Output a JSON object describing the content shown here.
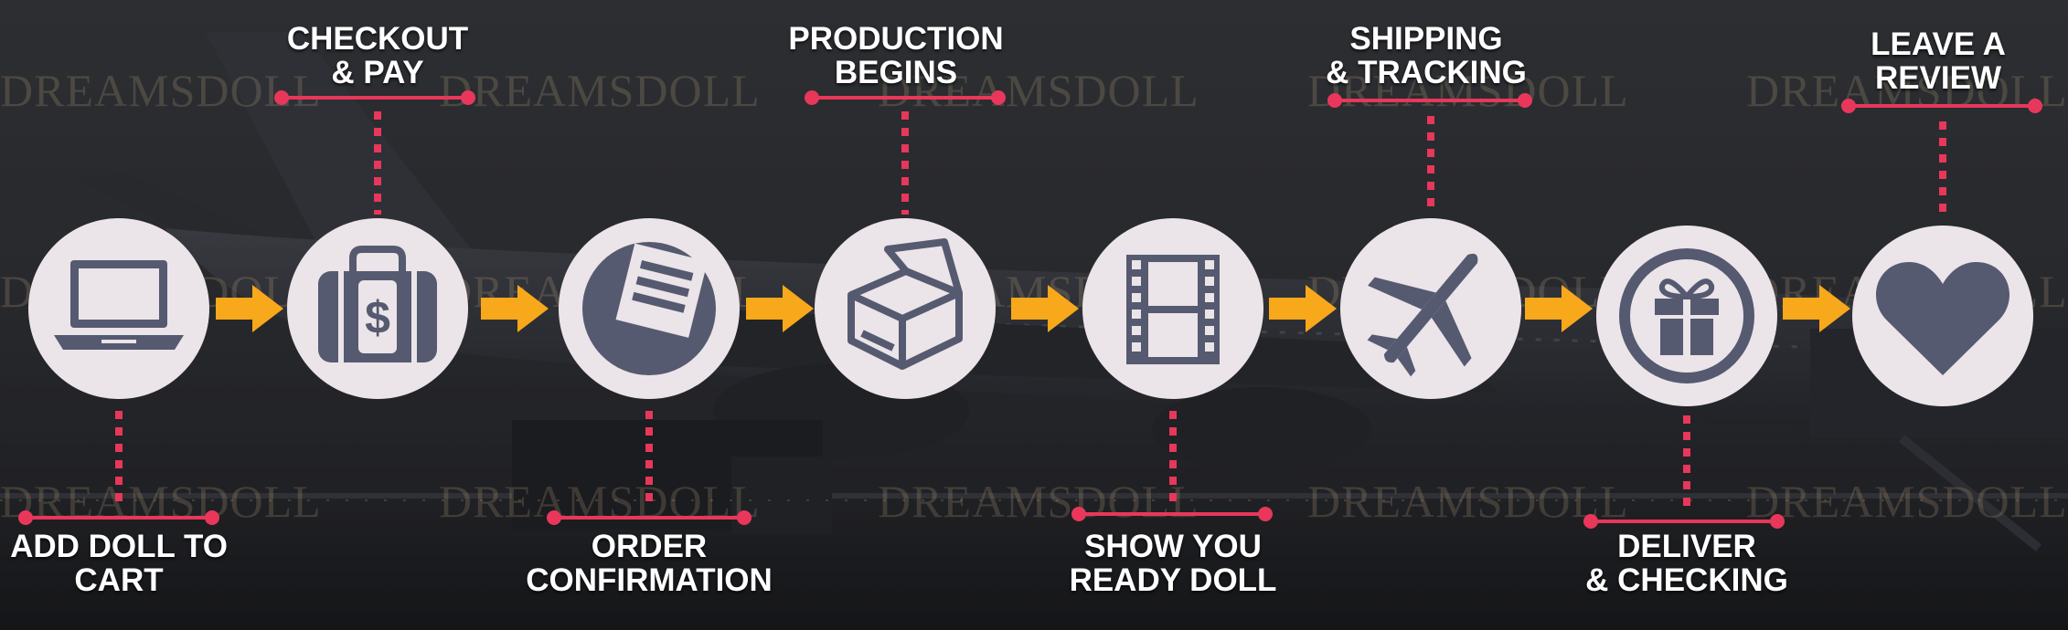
{
  "watermark": "DREAMSDOLL",
  "colors": {
    "accent": "#e8375a",
    "arrow": "#f7a81b",
    "circle": "#ebe4e8",
    "icon": "#555a70",
    "label": "#ffffff"
  },
  "steps": [
    {
      "icon": "laptop-icon",
      "label": [
        "ADD DOLL TO",
        "CART"
      ],
      "label_position": "bottom"
    },
    {
      "icon": "money-bag-icon",
      "label": [
        "CHECKOUT",
        "& PAY"
      ],
      "label_position": "top"
    },
    {
      "icon": "document-icon",
      "label": [
        "ORDER",
        "CONFIRMATION"
      ],
      "label_position": "bottom"
    },
    {
      "icon": "open-box-icon",
      "label": [
        "PRODUCTION",
        "BEGINS"
      ],
      "label_position": "top"
    },
    {
      "icon": "film-strip-icon",
      "label": [
        "SHOW YOU",
        "READY DOLL"
      ],
      "label_position": "bottom"
    },
    {
      "icon": "airplane-icon",
      "label": [
        "SHIPPING",
        "& TRACKING"
      ],
      "label_position": "top"
    },
    {
      "icon": "gift-icon",
      "label": [
        "DELIVER",
        "& CHECKING"
      ],
      "label_position": "bottom"
    },
    {
      "icon": "heart-icon",
      "label": [
        "LEAVE A",
        "REVIEW"
      ],
      "label_position": "top"
    }
  ]
}
